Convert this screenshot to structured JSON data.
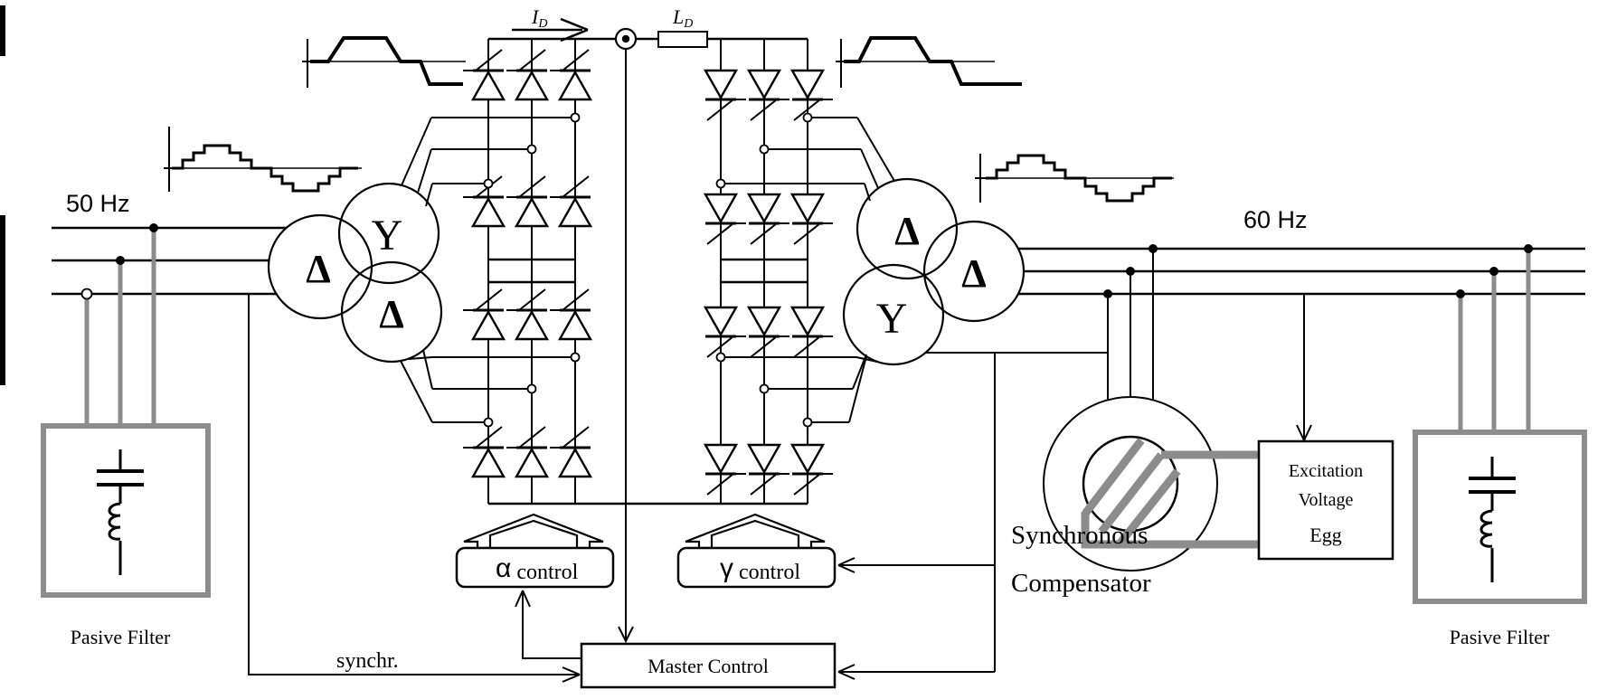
{
  "labels": {
    "freq_left": "50 Hz",
    "freq_right": "60 Hz",
    "current_main": "I",
    "current_sub": "D",
    "inductor_main": "L",
    "inductor_sub": "D",
    "synchr": "synchr.",
    "master_control": "Master Control",
    "alpha_symbol": "α",
    "alpha_word": "control",
    "gamma_symbol": "γ",
    "gamma_word": "control",
    "left_filter": "Pasive Filter",
    "right_filter": "Pasive Filter",
    "excitation_line1": "Excitation",
    "excitation_line2": "Voltage",
    "excitation_line3": "Egg",
    "compensator_line1": "Synchronous",
    "compensator_line2": "Compensator",
    "tx_left_primary": "Δ",
    "tx_left_wye": "Y",
    "tx_left_delta": "Δ",
    "tx_right_delta_top": "Δ",
    "tx_right_wye": "Y",
    "tx_right_delta_right": "Δ"
  },
  "colors": {
    "line": "#000000",
    "gray": "#8c8c8c",
    "background": "#ffffff"
  }
}
